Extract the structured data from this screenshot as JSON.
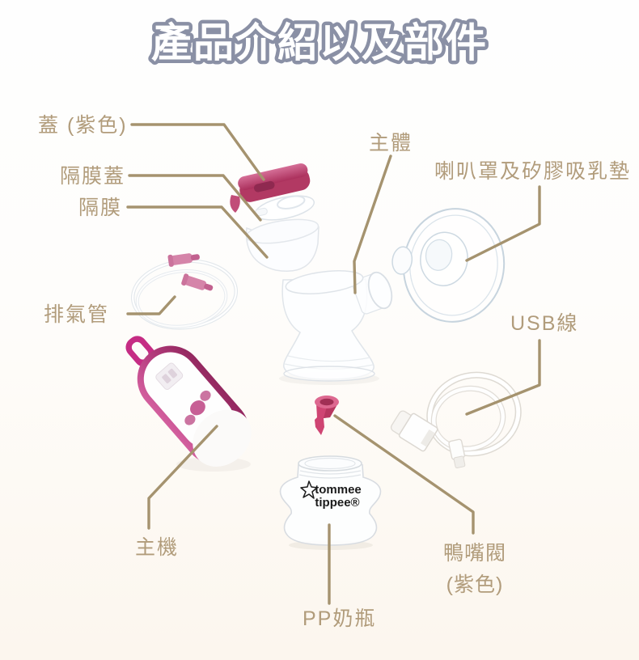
{
  "title": "產品介紹以及部件",
  "labels": [
    {
      "id": "cap",
      "text": "蓋 (紫色)"
    },
    {
      "id": "diaphragm_cover",
      "text": "隔膜蓋"
    },
    {
      "id": "diaphragm",
      "text": "隔膜"
    },
    {
      "id": "main_body",
      "text": "主體"
    },
    {
      "id": "breast_shield",
      "text": "喇叭罩及矽膠吸乳墊"
    },
    {
      "id": "air_tube",
      "text": "排氣管"
    },
    {
      "id": "usb_cable",
      "text": "USB線"
    },
    {
      "id": "main_unit",
      "text": "主機"
    },
    {
      "id": "duckbill_valve",
      "text": "鴨嘴閥",
      "text2": "(紫色)"
    },
    {
      "id": "pp_bottle",
      "text": "PP奶瓶"
    }
  ],
  "bottle_logo": {
    "line1": "tommee",
    "line2": "tippee®"
  },
  "colors": {
    "background_top": "#fefefe",
    "background_bottom": "#fcf6ee",
    "leader_line": "#a5936f",
    "label_text": "#b19c7b",
    "title_fill": "#ffffff",
    "title_outline": "#8a90a5",
    "product_pink": "#c2406e",
    "product_magenta": "#b53c7e"
  }
}
